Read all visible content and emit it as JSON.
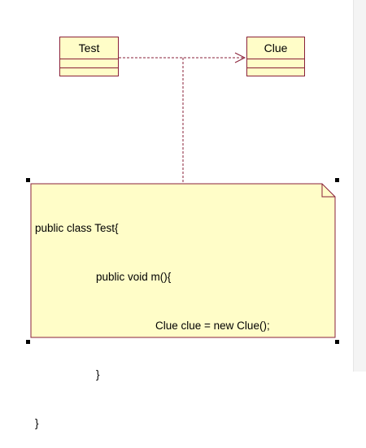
{
  "diagram": {
    "classes": [
      {
        "name": "Test"
      },
      {
        "name": "Clue"
      }
    ],
    "note": {
      "lines": [
        "public class Test{",
        "public void m(){",
        "Clue clue = new Clue();",
        "}",
        "}"
      ]
    },
    "colors": {
      "border": "#8a2038",
      "fill": "#fffdc8",
      "handle": "#000000"
    }
  }
}
